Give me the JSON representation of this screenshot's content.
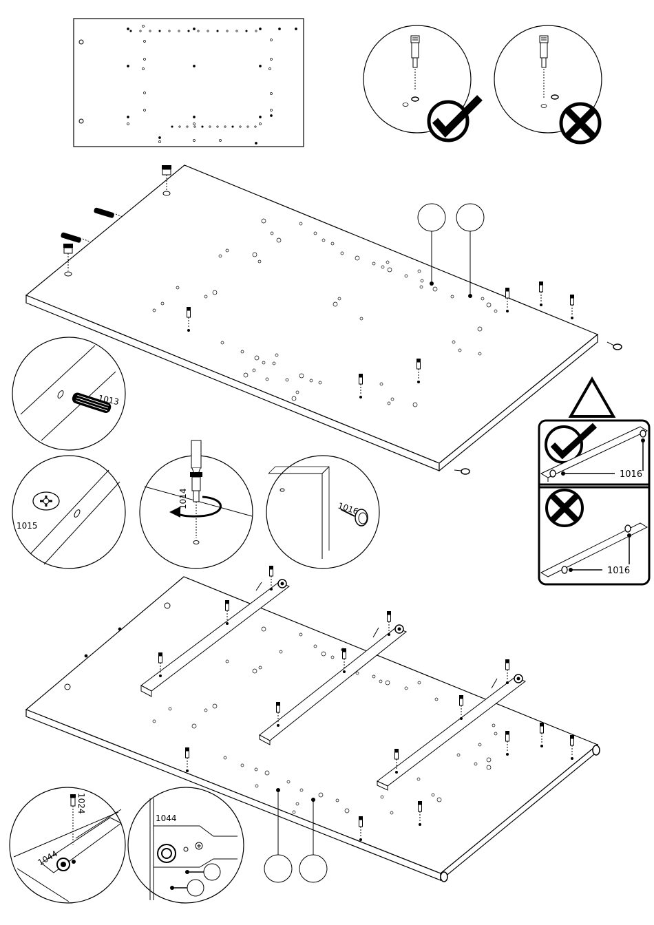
{
  "parts": {
    "p1013": "1013",
    "p1014": "1014",
    "p1015": "1015",
    "p1016": "1016",
    "p1024": "1024",
    "p1044": "1044"
  },
  "icons": {
    "correct": "check-mark-icon",
    "incorrect": "cross-mark-icon",
    "warning": "warning-triangle-icon"
  },
  "colors": {
    "ink": "#000000",
    "paper": "#ffffff"
  }
}
